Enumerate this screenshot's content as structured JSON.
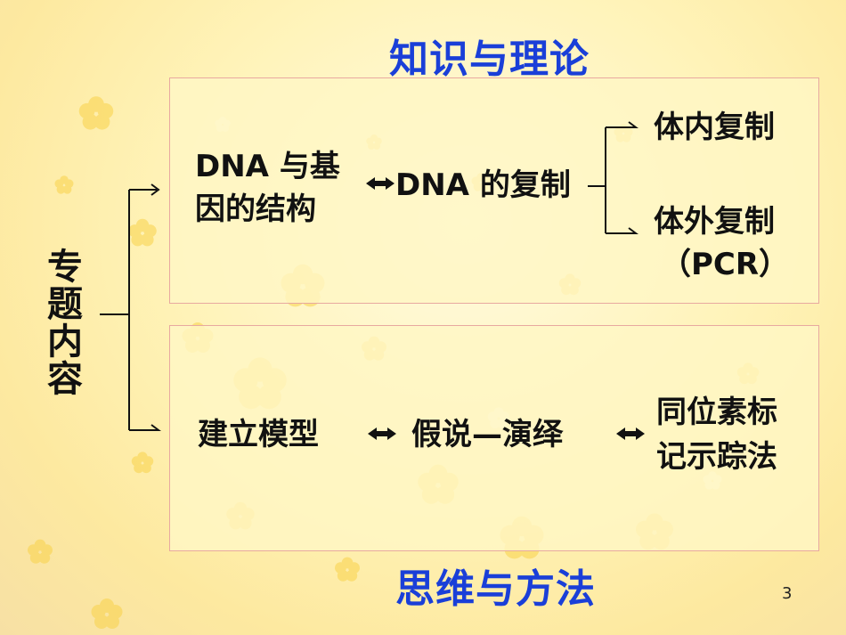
{
  "slide": {
    "title_top": "知识与理论",
    "title_bottom": "思维与方法",
    "vertical_label": "专题内容",
    "page_number": "3"
  },
  "knowledge": {
    "node_structure_line1": "DNA 与基",
    "node_structure_line2": "因的结构",
    "node_replication": "DNA 的复制",
    "branch_in_vivo": "体内复制",
    "branch_in_vitro": "体外复制",
    "branch_in_vitro_note": "（PCR）"
  },
  "methods": {
    "node_model": "建立模型",
    "node_hypothesis": "假说—演绎",
    "node_tracer_line1": "同位素标",
    "node_tracer_line2": "记示踪法"
  },
  "colors": {
    "title": "#1a3fd8",
    "box_border": "#e8a9a0",
    "text": "#111111"
  }
}
